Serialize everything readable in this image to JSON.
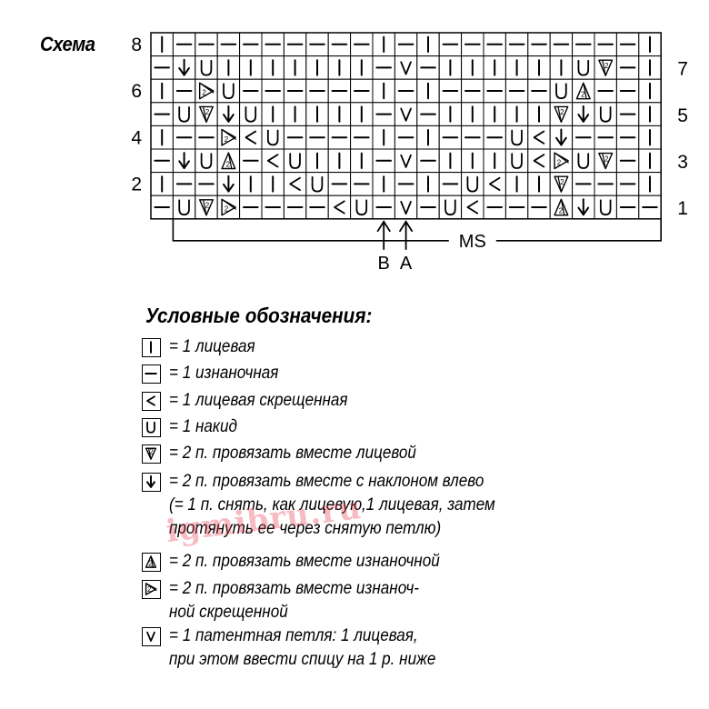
{
  "title": "Схема",
  "row_numbers_left": [
    "8",
    "6",
    "4",
    "2"
  ],
  "row_numbers_right": [
    "7",
    "5",
    "3",
    "1"
  ],
  "grid": [
    [
      "k",
      "p",
      "p",
      "p",
      "p",
      "p",
      "p",
      "p",
      "p",
      "p",
      "k",
      "p",
      "k",
      "p",
      "p",
      "p",
      "p",
      "p",
      "p",
      "p",
      "p",
      "p",
      "k"
    ],
    [
      "p",
      "ssk",
      "yo",
      "k",
      "k",
      "k",
      "k",
      "k",
      "k",
      "k",
      "p",
      "slip",
      "p",
      "k",
      "k",
      "k",
      "k",
      "k",
      "k",
      "yo",
      "k2tog",
      "p",
      "k"
    ],
    [
      "k",
      "p",
      "p2tog_tbl",
      "yo",
      "p",
      "p",
      "p",
      "p",
      "p",
      "p",
      "k",
      "p",
      "k",
      "p",
      "p",
      "p",
      "p",
      "p",
      "yo",
      "p2tog",
      "p",
      "p",
      "k"
    ],
    [
      "p",
      "yo",
      "k2tog",
      "ssk",
      "yo",
      "k",
      "k",
      "k",
      "k",
      "k",
      "p",
      "slip",
      "p",
      "k",
      "k",
      "k",
      "k",
      "k",
      "k2tog",
      "ssk",
      "yo",
      "p",
      "k"
    ],
    [
      "k",
      "p",
      "p",
      "p2tog_tbl",
      "ktbl",
      "yo",
      "p",
      "p",
      "p",
      "p",
      "k",
      "p",
      "k",
      "p",
      "p",
      "p",
      "yo",
      "ktbl",
      "ssk",
      "p",
      "p",
      "p",
      "k"
    ],
    [
      "p",
      "ssk",
      "yo",
      "p2tog",
      "p",
      "ktbl",
      "yo",
      "k",
      "k",
      "k",
      "p",
      "slip",
      "p",
      "k",
      "k",
      "k",
      "yo",
      "ktbl",
      "p2tog_tbl",
      "yo",
      "k2tog",
      "p",
      "k"
    ],
    [
      "k",
      "p",
      "p",
      "ssk",
      "k",
      "k",
      "ktbl",
      "yo",
      "p",
      "p",
      "k",
      "p",
      "k",
      "p",
      "yo",
      "ktbl",
      "k",
      "k",
      "k2tog",
      "p",
      "p",
      "p",
      "k"
    ],
    [
      "p",
      "yo",
      "k2tog",
      "p2tog_tbl",
      "p",
      "p",
      "p",
      "p",
      "ktbl",
      "yo",
      "p",
      "slip",
      "p",
      "yo",
      "ktbl",
      "p",
      "p",
      "p",
      "p2tog",
      "ssk",
      "yo",
      "p",
      "p"
    ]
  ],
  "ms_label": "MS",
  "arrow_labels": [
    "B",
    "A"
  ],
  "legend_title": "Условные обозначения:",
  "legend": [
    {
      "symbol": "k",
      "text": "= 1 лицевая"
    },
    {
      "symbol": "p",
      "text": "= 1 изнаночная"
    },
    {
      "symbol": "ktbl",
      "text": "= 1 лицевая скрещенная"
    },
    {
      "symbol": "yo",
      "text": "= 1 накид"
    },
    {
      "symbol": "k2tog",
      "text": "= 2 п. провязать вместе лицевой"
    },
    {
      "symbol": "ssk",
      "text": "= 2 п. провязать вместе с наклоном влево",
      "cont": [
        "(= 1 п. снять, как лицевую,1 лицевая, затем",
        "протянуть ее через снятую петлю)"
      ]
    },
    {
      "symbol": "p2tog",
      "text": "= 2 п. провязать вместе изнаночной"
    },
    {
      "symbol": "p2tog_tbl",
      "text": "= 2 п. провязать вместе изнаноч-",
      "cont": [
        "ной скрещенной"
      ]
    },
    {
      "symbol": "slip",
      "text": "= 1 патентная петля: 1 лицевая,",
      "cont": [
        "при этом ввести спицу на 1 р. ниже"
      ]
    }
  ],
  "watermark": "igmibru.ru"
}
